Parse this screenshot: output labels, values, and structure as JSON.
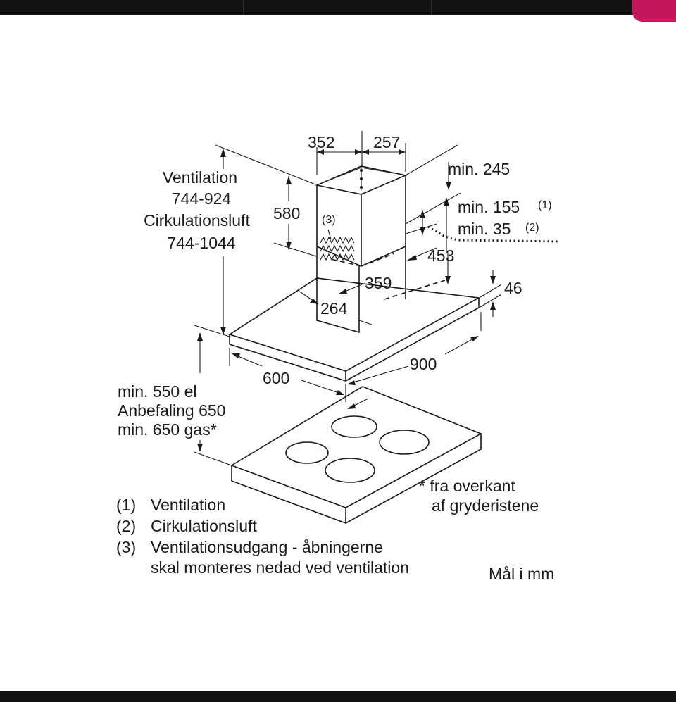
{
  "chrome": {
    "top_bar_color": "#111111",
    "accent_color": "#c2185b"
  },
  "dimensions": {
    "chimney_depth": "352",
    "chimney_width": "257",
    "chimney_height": "580",
    "min_top": "min. 245",
    "min_ventilation": "min. 155",
    "note_1": "(1)",
    "min_circulation": "min. 35",
    "note_2": "(2)",
    "outlet_note": "(3)",
    "offset_453": "453",
    "offset_359": "359",
    "offset_264": "264",
    "hood_thickness": "46",
    "hood_depth": "600",
    "hood_width": "900"
  },
  "range": {
    "ventilation_label": "Ventilation",
    "ventilation_range": "744-924",
    "circulation_label": "Cirkulationsluft",
    "circulation_range": "744-1044"
  },
  "clearance": {
    "line1": "min. 550 el",
    "line2": "Anbefaling 650",
    "line3": "min. 650 gas*"
  },
  "footnote": {
    "line1": "* fra overkant",
    "line2": "af gryderistene"
  },
  "legend": [
    {
      "num": "(1)",
      "text": "Ventilation"
    },
    {
      "num": "(2)",
      "text": "Cirkulationsluft"
    },
    {
      "num": "(3)",
      "text": "Ventilationsudgang - åbningerne"
    },
    {
      "num": "",
      "text": "skal monteres nedad ved ventilation"
    }
  ],
  "units_label": "Mål i mm"
}
